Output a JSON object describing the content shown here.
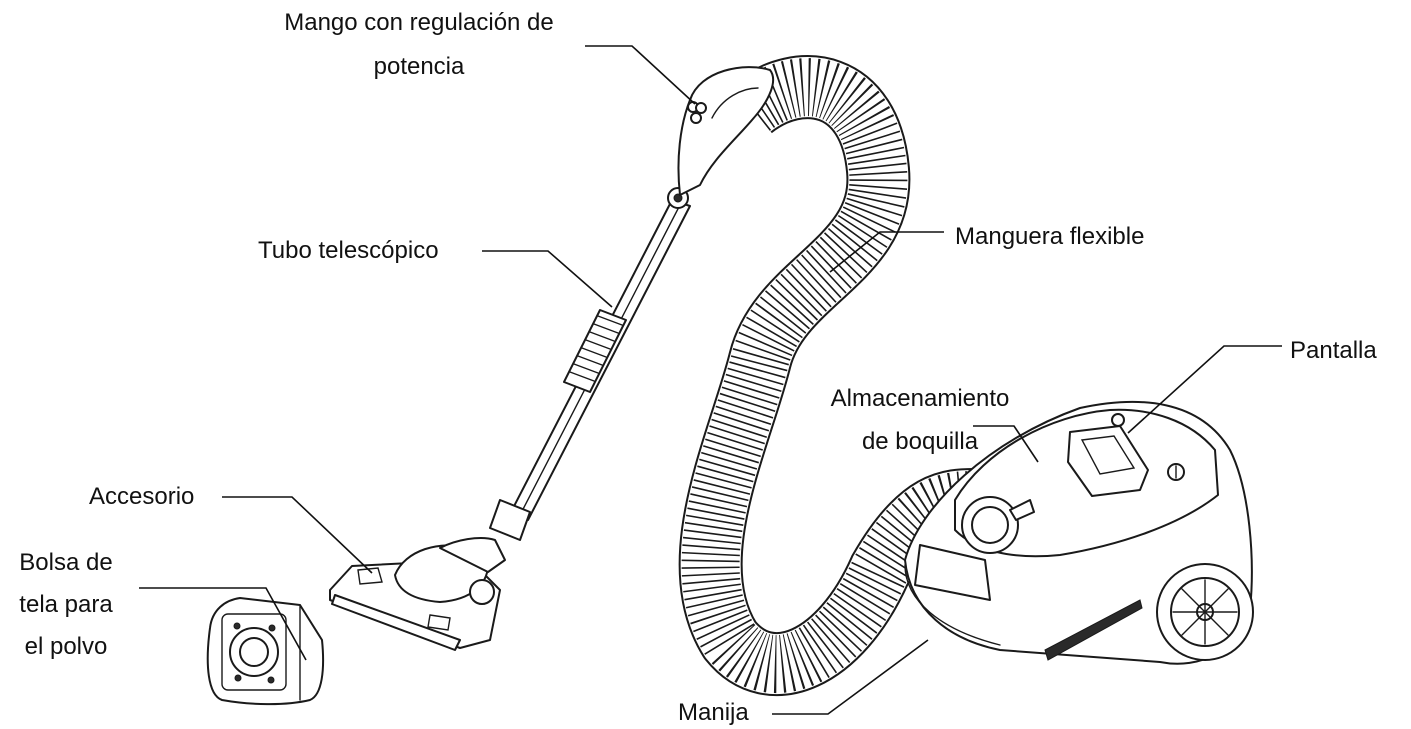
{
  "labels": {
    "handle_power": {
      "line1": "Mango con regulación de",
      "line2": "potencia"
    },
    "telescopic_tube": "Tubo telescópico",
    "flexible_hose": "Manguera flexible",
    "display": "Pantalla",
    "nozzle_storage": {
      "line1": "Almacenamiento",
      "line2": "de boquilla"
    },
    "accessory": "Accesorio",
    "dust_bag": {
      "line1": "Bolsa de",
      "line2": "tela para",
      "line3": "el polvo"
    },
    "carry_handle": "Manija"
  },
  "colors": {
    "stroke": "#1a1a1a",
    "text": "#111111",
    "background": "#ffffff"
  }
}
